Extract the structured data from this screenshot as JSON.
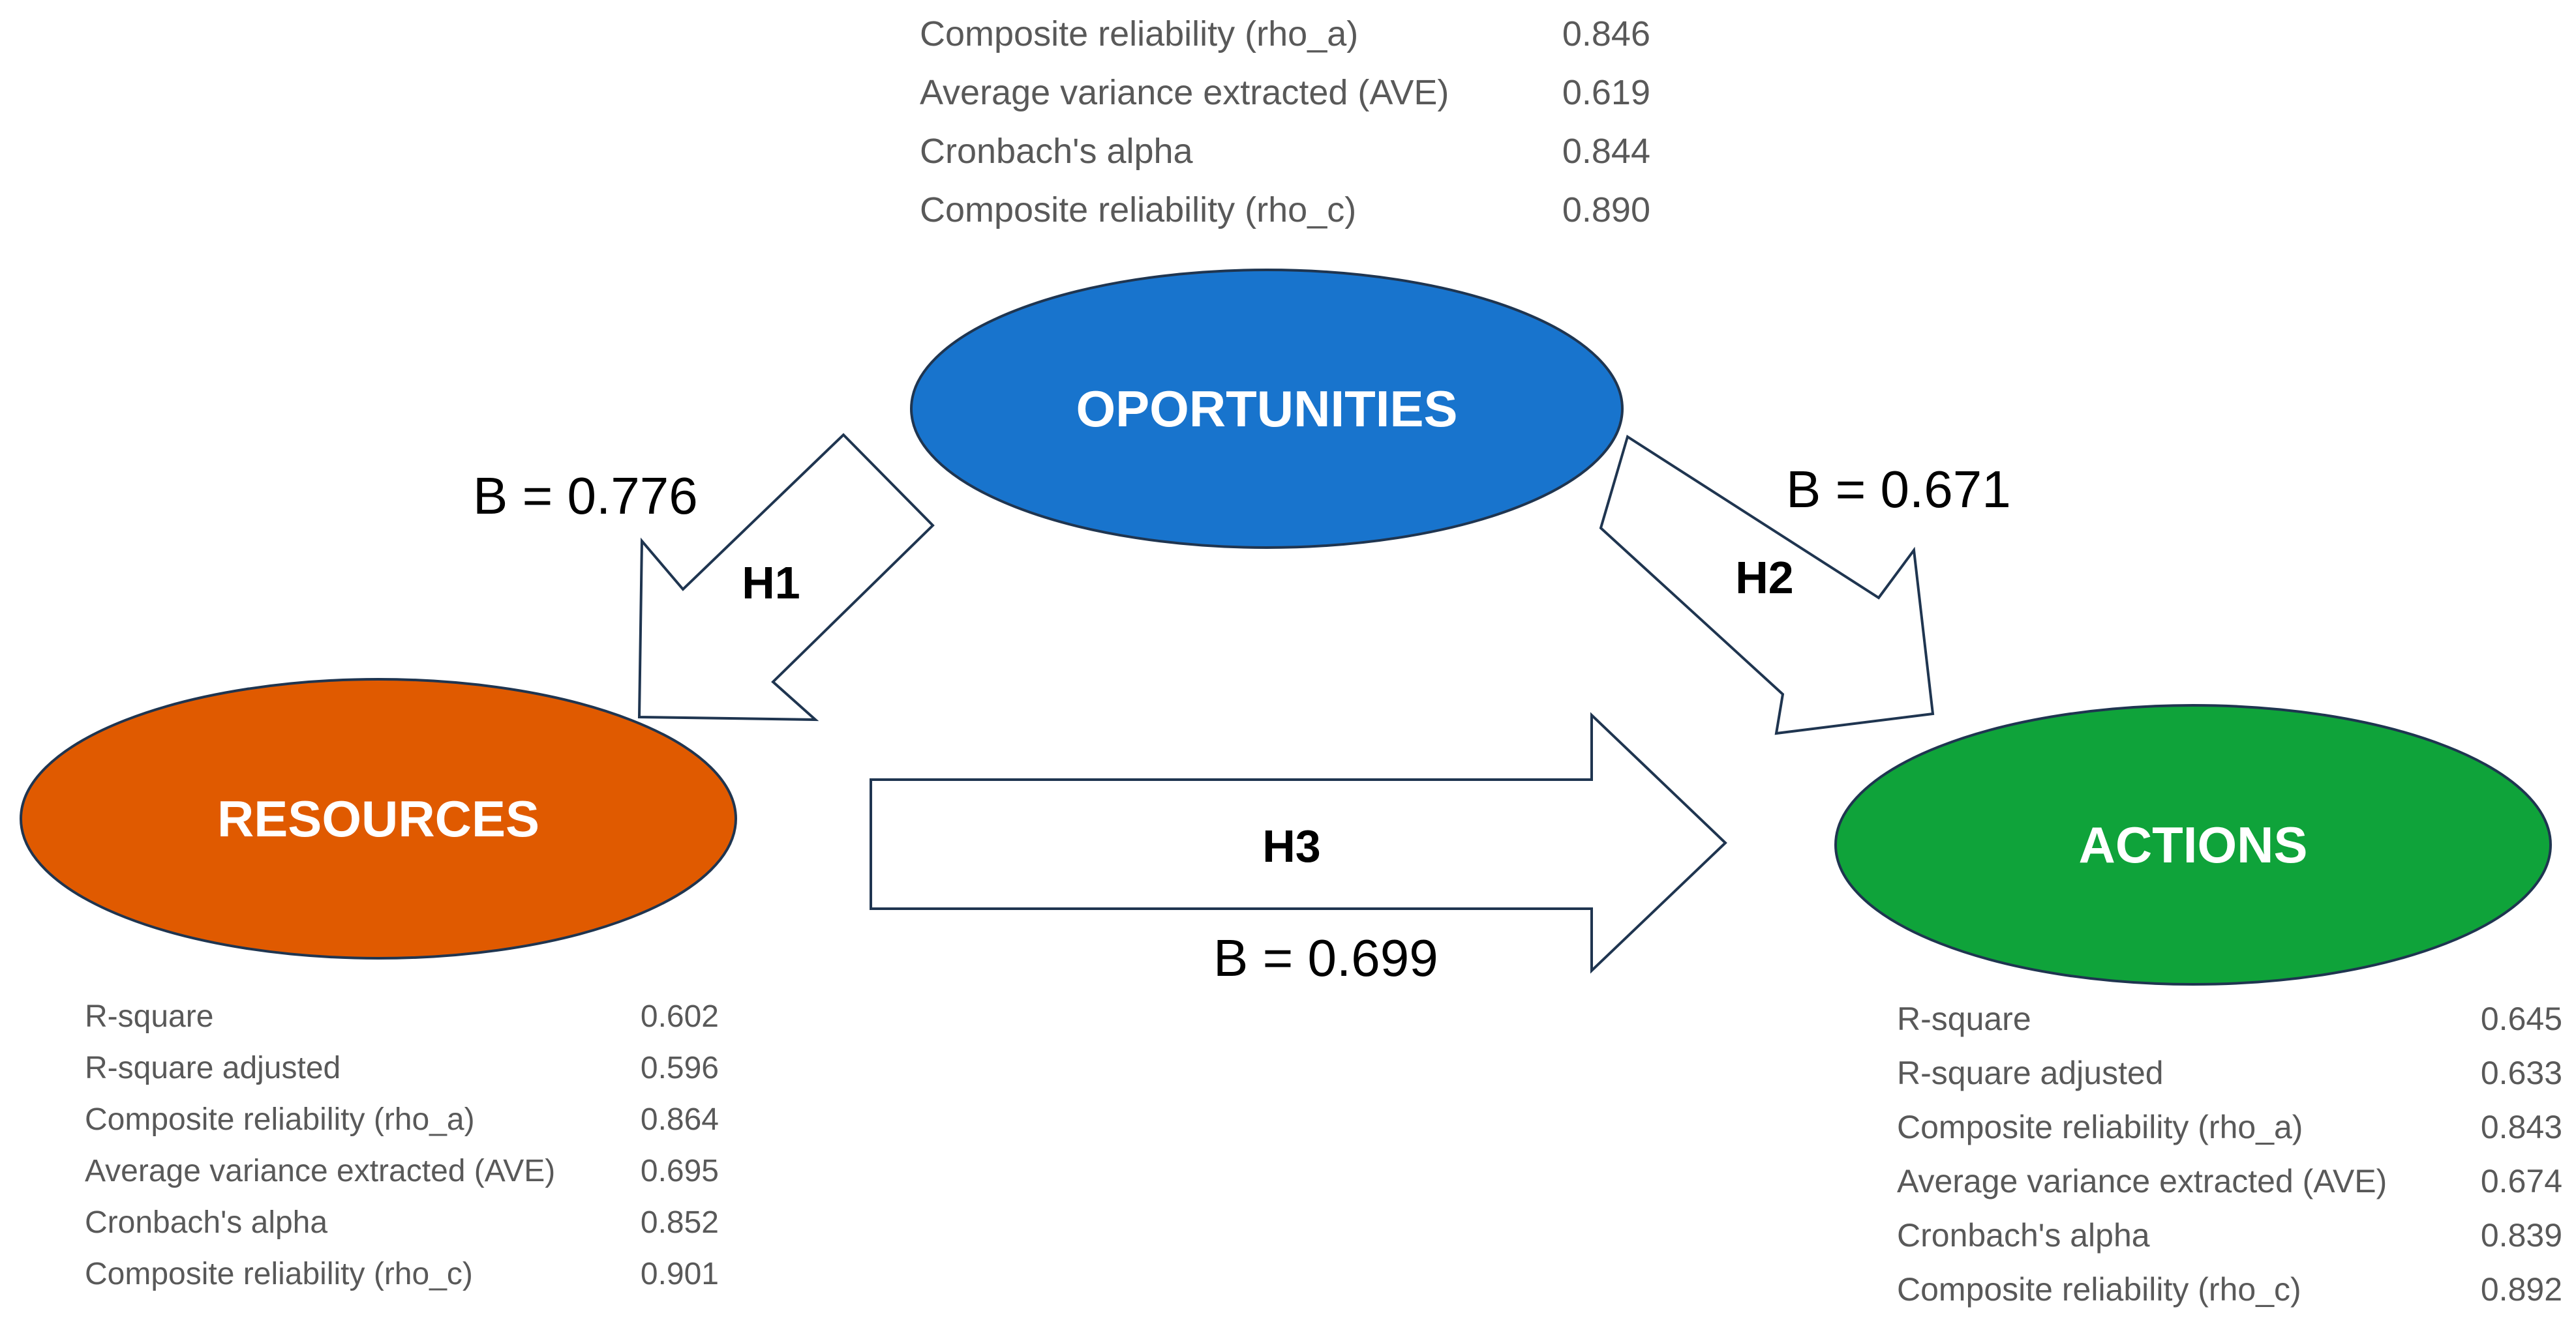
{
  "constructs": {
    "oportunities": {
      "label": "OPORTUNITIES",
      "color": "#1874CD"
    },
    "resources": {
      "label": "RESOURCES",
      "color": "#E05A00"
    },
    "actions": {
      "label": "ACTIONS",
      "color": "#0FA33A"
    }
  },
  "paths": {
    "h1": {
      "label": "H1",
      "coefficient": "B = 0.776"
    },
    "h2": {
      "label": "H2",
      "coefficient": "B = 0.671"
    },
    "h3": {
      "label": "H3",
      "coefficient": "B = 0.699"
    }
  },
  "tables": {
    "oportunities": [
      {
        "metric": "Composite reliability (rho_a)",
        "value": "0.846"
      },
      {
        "metric": "Average variance extracted (AVE)",
        "value": "0.619"
      },
      {
        "metric": "Cronbach's alpha",
        "value": "0.844"
      },
      {
        "metric": "Composite reliability (rho_c)",
        "value": "0.890"
      }
    ],
    "resources": [
      {
        "metric": "R-square",
        "value": "0.602"
      },
      {
        "metric": "R-square adjusted",
        "value": "0.596"
      },
      {
        "metric": "Composite reliability (rho_a)",
        "value": "0.864"
      },
      {
        "metric": "Average variance extracted (AVE)",
        "value": "0.695"
      },
      {
        "metric": "Cronbach's alpha",
        "value": "0.852"
      },
      {
        "metric": "Composite reliability (rho_c)",
        "value": "0.901"
      }
    ],
    "actions": [
      {
        "metric": "R-square",
        "value": "0.645"
      },
      {
        "metric": "R-square adjusted",
        "value": "0.633"
      },
      {
        "metric": "Composite reliability (rho_a)",
        "value": "0.843"
      },
      {
        "metric": "Average variance extracted (AVE)",
        "value": "0.674"
      },
      {
        "metric": "Cronbach's alpha",
        "value": "0.839"
      },
      {
        "metric": "Composite reliability (rho_c)",
        "value": "0.892"
      }
    ]
  },
  "colors": {
    "arrow_stroke": "#1F3550",
    "ellipse_stroke": "#1F3550",
    "table_text": "#595959"
  }
}
